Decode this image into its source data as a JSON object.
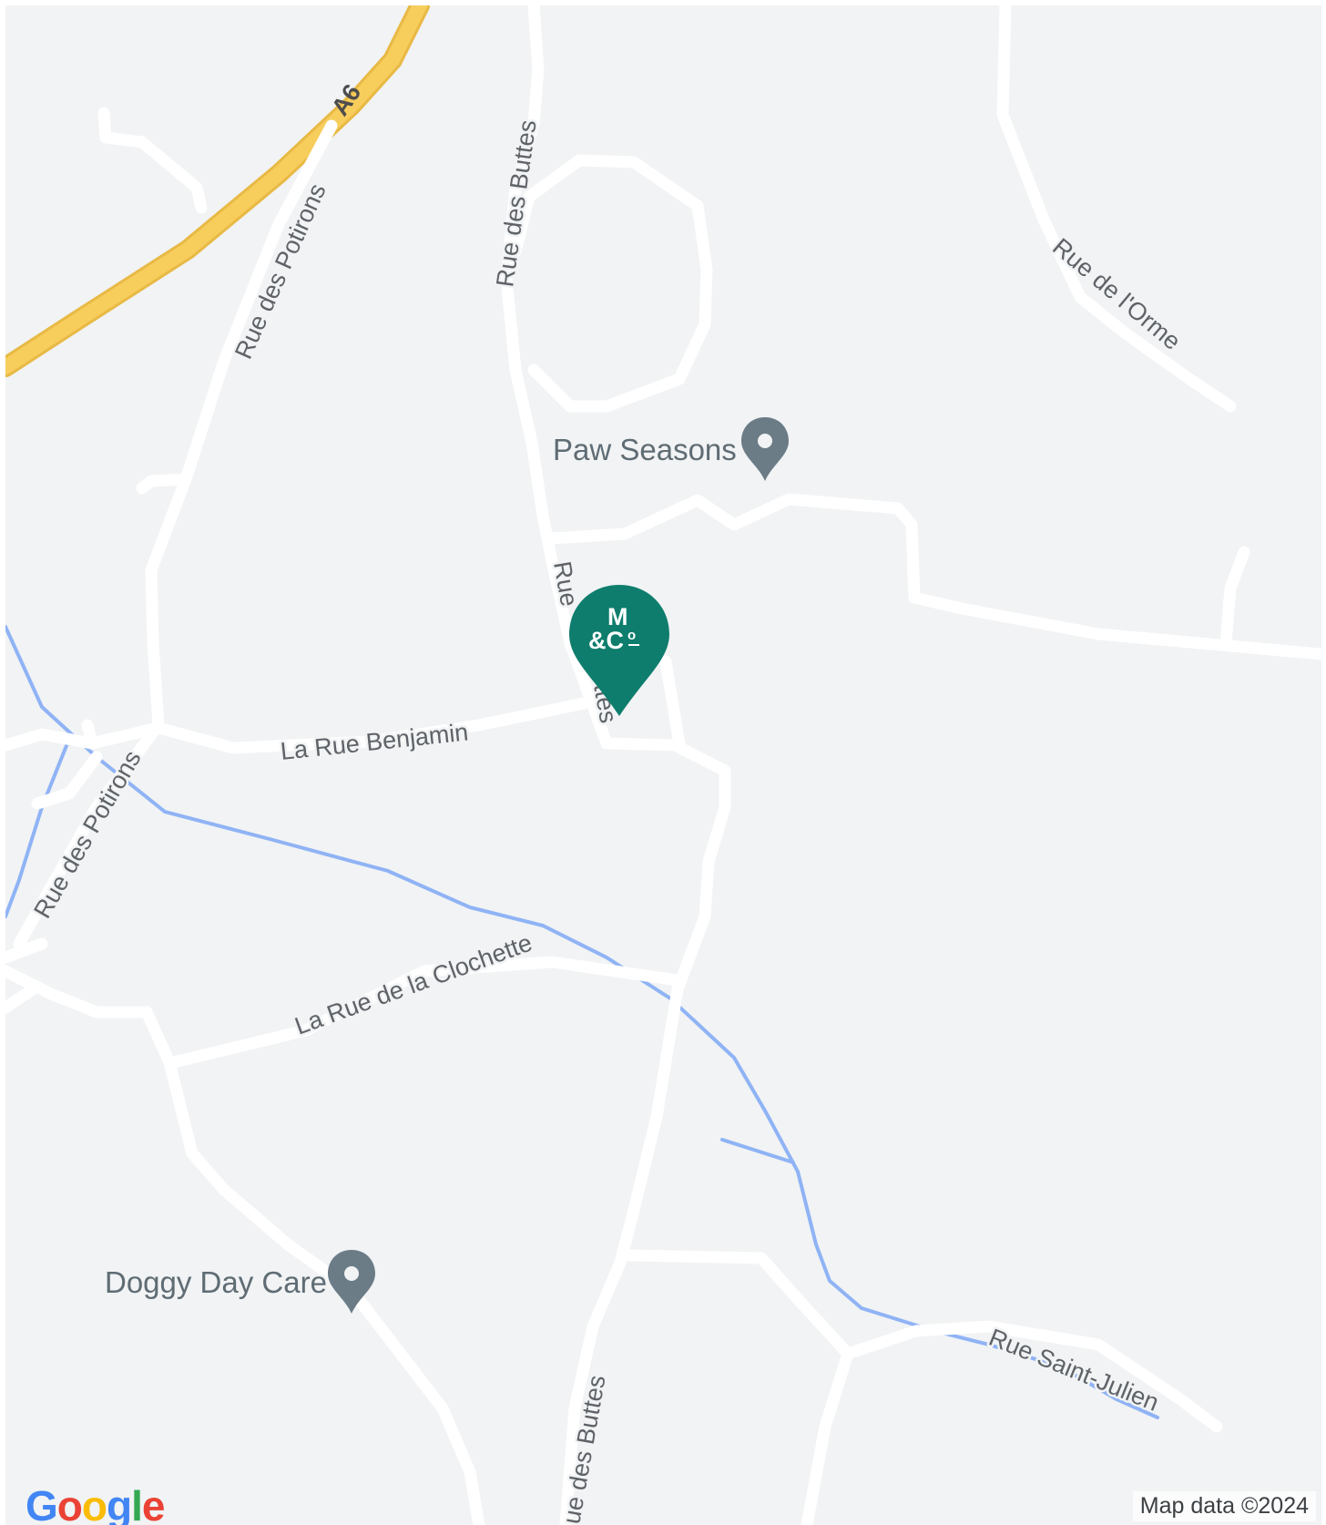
{
  "map": {
    "highway_label": "A6",
    "colors": {
      "land": "#f1f3f4",
      "road": "#ffffff",
      "highway": "#f7cd5c",
      "water": "#8fb3f5",
      "brand_pin": "#0e7d6d",
      "poi_pin": "#6b7c87"
    },
    "streets": {
      "rue_des_potirons_top": "Rue des Potirons",
      "rue_des_potirons_bottom": "Rue des Potirons",
      "rue_des_buttes_top": "Rue des Buttes",
      "rue_des_buttes_mid_a": "Rue",
      "rue_des_buttes_mid_b": "ttes",
      "rue_des_buttes_bottom": "ue des Buttes",
      "rue_de_l_orme": "Rue de l'Orme",
      "la_rue_benjamin": "La Rue Benjamin",
      "la_rue_de_la_clochette": "La Rue de la Clochette",
      "rue_saint_julien": "Rue Saint-Julien"
    },
    "pois": [
      {
        "label": "Paw Seasons",
        "icon": "place-pin-icon"
      },
      {
        "label": "Doggy Day Care",
        "icon": "place-pin-icon"
      }
    ],
    "brand_marker": {
      "line1": "M",
      "line2": "&C",
      "superscript": "o",
      "icon": "brand-map-marker-icon"
    }
  },
  "attribution": {
    "logo": [
      "G",
      "o",
      "o",
      "g",
      "l",
      "e"
    ],
    "logo_colors": [
      "#4285F4",
      "#EA4335",
      "#FBBC05",
      "#4285F4",
      "#34A853",
      "#EA4335"
    ],
    "map_data": "Map data ©2024"
  }
}
